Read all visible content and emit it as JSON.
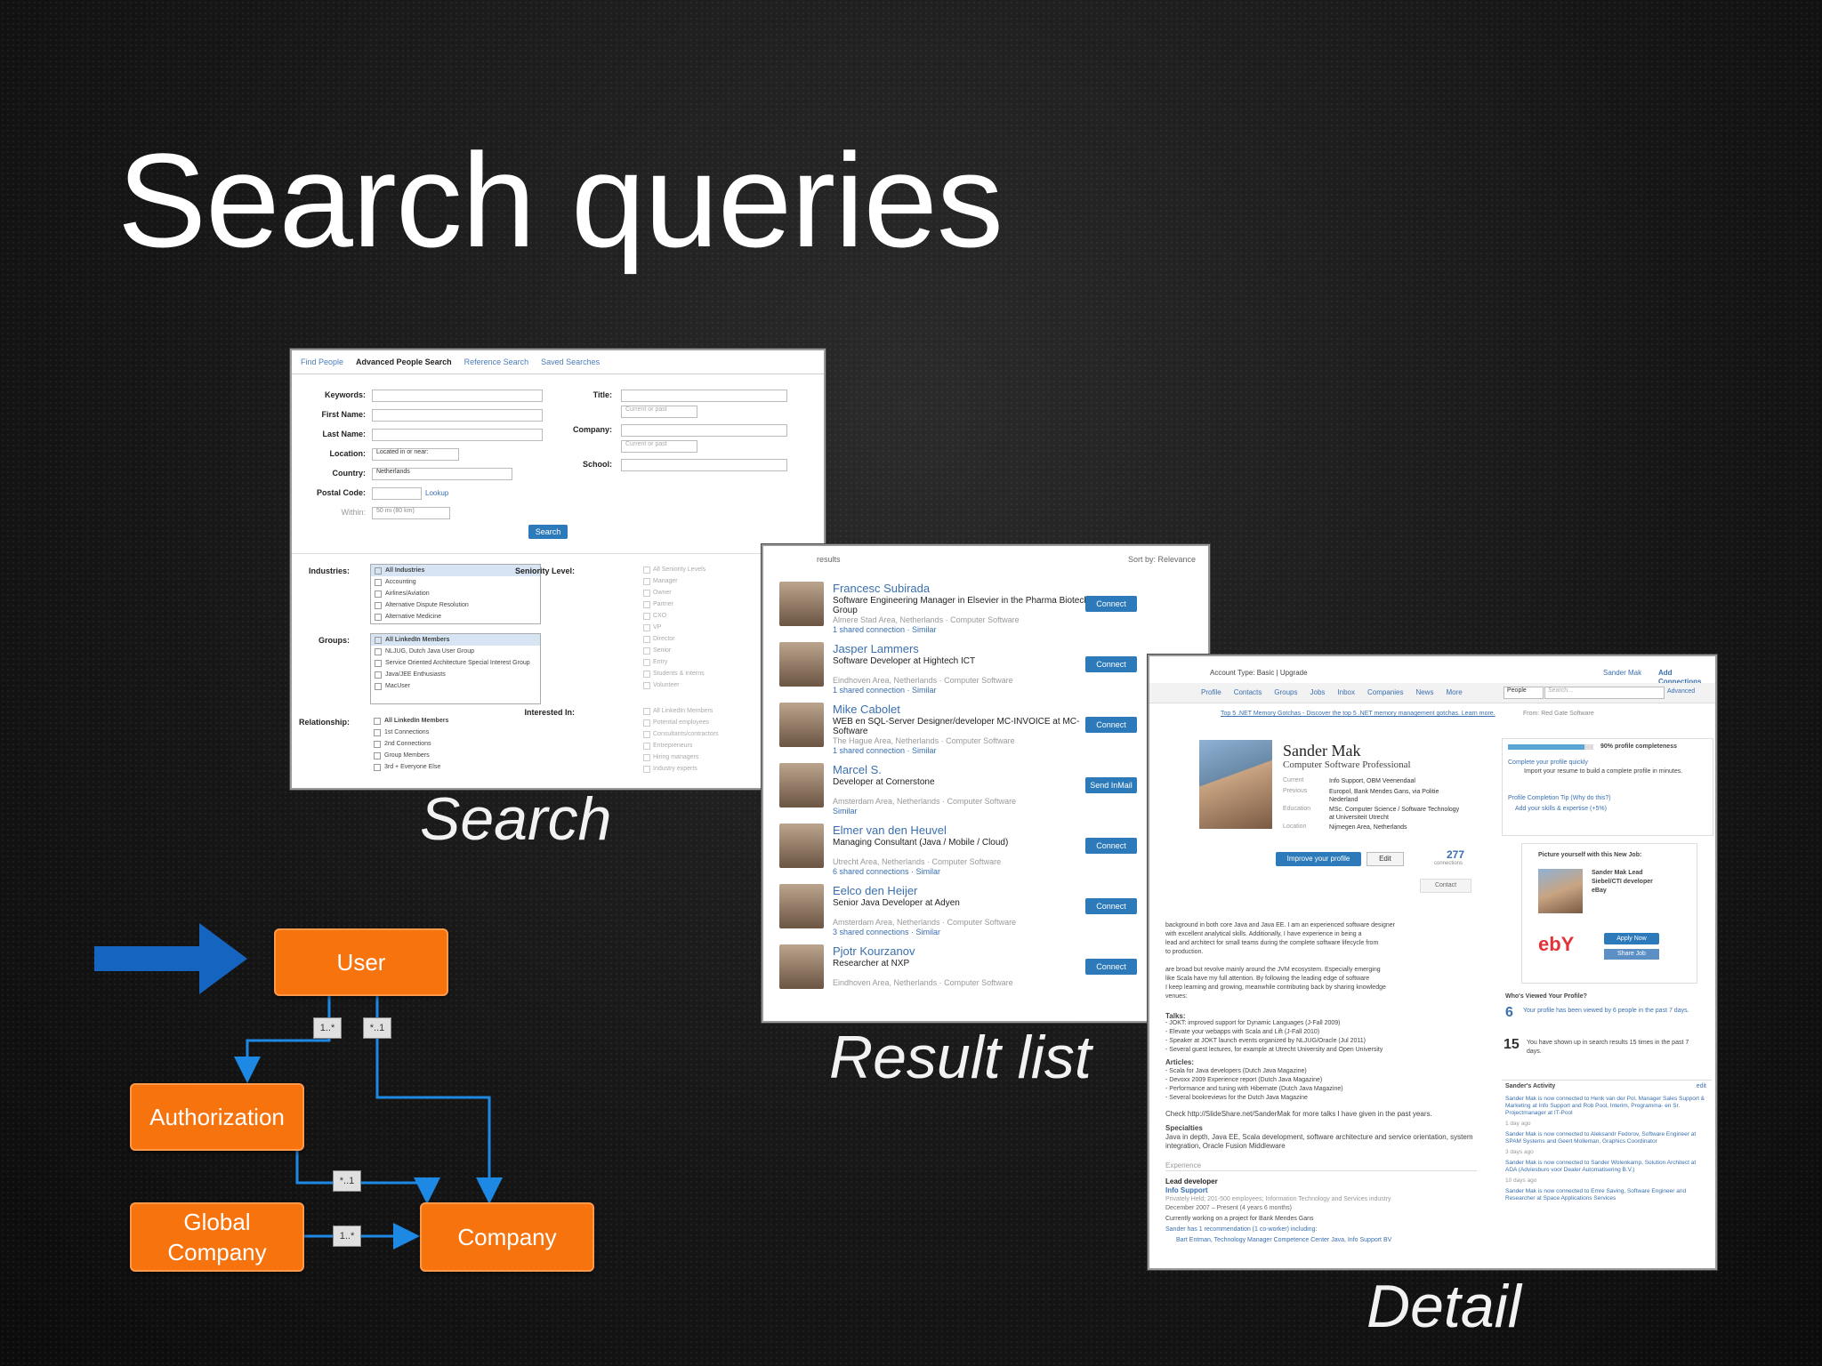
{
  "slide": {
    "title": "Search queries"
  },
  "captions": {
    "search": "Search",
    "results": "Result list",
    "detail": "Detail"
  },
  "search_shot": {
    "tabs": [
      "Find People",
      "Advanced People Search",
      "Reference Search",
      "Saved Searches"
    ],
    "left_labels": [
      "Keywords:",
      "First Name:",
      "Last Name:",
      "Location:",
      "Country:",
      "Postal Code:",
      "Within:"
    ],
    "location_value": "Located in or near:",
    "country_value": "Netherlands",
    "lookup": "Lookup",
    "within_value": "50 mi (80 km)",
    "right_labels": [
      "Title:",
      "Company:",
      "School:"
    ],
    "current_or_past": "Current or past",
    "search_button": "Search",
    "industries_label": "Industries:",
    "industries": [
      "All Industries",
      "Accounting",
      "Airlines/Aviation",
      "Alternative Dispute Resolution",
      "Alternative Medicine"
    ],
    "groups_label": "Groups:",
    "groups": [
      "All LinkedIn Members",
      "NLJUG, Dutch Java User Group",
      "Service Oriented Architecture Special Interest Group",
      "Java/JEE Enthusiasts",
      "MacUser"
    ],
    "relationship_label": "Relationship:",
    "relationships": [
      "All LinkedIn Members",
      "1st Connections",
      "2nd Connections",
      "Group Members",
      "3rd + Everyone Else"
    ],
    "seniority_label": "Seniority Level:",
    "seniority": [
      "All Seniority Levels",
      "Manager",
      "Owner",
      "Partner",
      "CXO",
      "VP",
      "Director",
      "Senior",
      "Entry",
      "Students & Interns",
      "Volunteer"
    ],
    "interested_label": "Interested In:",
    "interested": [
      "All LinkedIn Members",
      "Potential employees",
      "Consultants/contractors",
      "Entrepreneurs",
      "Hiring managers",
      "Industry experts"
    ]
  },
  "results_shot": {
    "header_left": "results",
    "sort": "Sort by: Relevance",
    "items": [
      {
        "name": "Francesc Subirada",
        "title": "Software Engineering Manager in Elsevier in the Pharma Biotech Group",
        "loc": "Almere Stad Area, Netherlands · Computer Software",
        "link": "1 shared connection · Similar",
        "action": "Connect"
      },
      {
        "name": "Jasper Lammers",
        "title": "Software Developer at Hightech ICT",
        "loc": "Eindhoven Area, Netherlands · Computer Software",
        "link": "1 shared connection · Similar",
        "action": "Connect"
      },
      {
        "name": "Mike Cabolet",
        "title": "WEB en SQL-Server Designer/developer MC-INVOICE at MC-Software",
        "loc": "The Hague Area, Netherlands · Computer Software",
        "link": "1 shared connection · Similar",
        "action": "Connect"
      },
      {
        "name": "Marcel S.",
        "title": "Developer at Cornerstone",
        "loc": "Amsterdam Area, Netherlands · Computer Software",
        "link": "Similar",
        "action": "Send InMail"
      },
      {
        "name": "Elmer van den Heuvel",
        "title": "Managing Consultant (Java / Mobile / Cloud)",
        "loc": "Utrecht Area, Netherlands · Computer Software",
        "link": "6 shared connections · Similar",
        "action": "Connect"
      },
      {
        "name": "Eelco den Heijer",
        "title": "Senior Java Developer at Adyen",
        "loc": "Amsterdam Area, Netherlands · Computer Software",
        "link": "3 shared connections · Similar",
        "action": "Connect"
      },
      {
        "name": "Pjotr Kourzanov",
        "title": "Researcher at NXP",
        "loc": "Eindhoven Area, Netherlands · Computer Software",
        "link": "",
        "action": "Connect"
      }
    ]
  },
  "detail_shot": {
    "account": "Account Type: Basic | Upgrade",
    "user": "Sander Mak",
    "add_connections": "Add Connections",
    "nav": [
      "Profile",
      "Contacts",
      "Groups",
      "Jobs",
      "Inbox",
      "Companies",
      "News",
      "More"
    ],
    "search_scope": "People",
    "search_placeholder": "Search...",
    "advanced": "Advanced",
    "ad": "Top 5 .NET Memory Gotchas - Discover the top 5 .NET memory management gotchas. Learn more.",
    "ad_from": "From: Red Gate Software",
    "name": "Sander Mak",
    "headline": "Computer Software Professional",
    "facts": [
      {
        "k": "Current",
        "v": "Info Support, OBM Veenendaal"
      },
      {
        "k": "Previous",
        "v": "Europol, Bank Mendes Gans, via Politie Nederland"
      },
      {
        "k": "Education",
        "v": "MSc. Computer Science / Software Technology at Universiteit Utrecht"
      },
      {
        "k": "Location",
        "v": "Nijmegen Area, Netherlands"
      }
    ],
    "improve": "Improve your profile",
    "edit": "Edit",
    "connections": "277",
    "connections_label": "connections",
    "contact": "Contact",
    "completeness": "90% profile completeness",
    "complete_quickly": "Complete your profile quickly",
    "import": "Import your resume to build a complete profile in minutes.",
    "tip": "Profile Completion Tip (Why do this?)",
    "add_skills": "Add your skills & expertise (+5%)",
    "picture": "Picture yourself with this New Job:",
    "job": "Sander Mak Lead Siebel/CTI developer eBay",
    "apply": "Apply Now",
    "share": "Share Job",
    "ebay": "ebY",
    "viewed": "Who's Viewed Your Profile?",
    "viewed_6": "6",
    "viewed_6_text": "Your profile has been viewed by 6 people in the past 7 days.",
    "viewed_15": "15",
    "viewed_15_text": "You have shown up in search results 15 times in the past 7 days.",
    "activity": "Sander's Activity",
    "activity_edit": "edit",
    "activity_items": [
      "Sander Mak is now connected to Henk van der Pol, Manager Sales Support & Marketing at Info Support and Rob Pool, Interim, Programma- en Sr. Projectmanager at IT-Pool",
      "1 day ago",
      "Sander Mak is now connected to Aleksandr Fedorov, Software Engineer at SPAM Systems and Geert Molleman, Graphics Coordinator",
      "3 days ago",
      "Sander Mak is now connected to Sander Wolenkamp, Solution Architect at ADA (Adviesburo voor Dealer Automatisering B.V.)",
      "10 days ago",
      "Sander Mak is now connected to Emre Saving, Software Engineer and Researcher at Space Applications Services"
    ],
    "summary": [
      "background in both core Java and Java EE. I am an experienced software designer",
      "with excellent analytical skills. Additionally, I have experience in being a",
      "lead and architect for small teams during the complete software lifecycle from",
      "to production.",
      "",
      "are broad but revolve mainly around the JVM ecosystem. Especially emerging",
      "like Scala have my full attention. By following the leading edge of software",
      "I keep learning and growing, meanwhile contributing back by sharing knowledge",
      "venues:"
    ],
    "talks_label": "Talks:",
    "talks": [
      "- JOKT: improved support for Dynamic Languages (J-Fall 2009)",
      "- Elevate your webapps with Scala and Lift (J-Fall 2010)",
      "- Speaker at JOKT launch events organized by NLJUG/Oracle (Jul 2011)",
      "- Several guest lectures, for example at Utrecht University and Open University"
    ],
    "articles_label": "Articles:",
    "articles": [
      "- Scala for Java developers (Dutch Java Magazine)",
      "- Devoxx 2009 Experience report (Dutch Java Magazine)",
      "- Performance and tuning with Hibernate (Dutch Java Magazine)",
      "- Several bookreviews for the Dutch Java Magazine"
    ],
    "check": "Check http://SlideShare.net/SanderMak for more talks I have given in the past years.",
    "specialties_label": "Specialties",
    "specialties": "Java in depth, Java EE, Scala development, software architecture and service orientation, system integration, Oracle Fusion Middleware",
    "experience_label": "Experience",
    "lead": "Lead developer",
    "company": "Info Support",
    "company_info": "Privately Held; 201-500 employees; Information Technology and Services industry",
    "dates": "December 2007 – Present (4 years 6 months)",
    "current": "Currently working on a project for Bank Mendes Gans",
    "reco": "Sander has 1 recommendation (1 co-worker) including:",
    "reco_by": "Bart Entman, Technology Manager Competence Center Java, Info Support BV"
  },
  "diagram": {
    "nodes": {
      "user": "User",
      "authorization": "Authorization",
      "global_company": "Global Company",
      "company": "Company"
    },
    "multiplicities": {
      "user_auth": "1..*",
      "user_company": "*..1",
      "auth_company": "*..1",
      "global_company": "1..*"
    },
    "colors": {
      "node_fill": "#f7730e",
      "connector": "#1e88e5",
      "arrow": "#1565c0"
    }
  }
}
